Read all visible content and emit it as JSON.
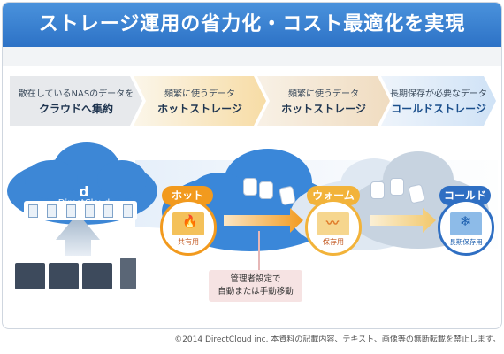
{
  "title": "ストレージ運用の省力化・コスト最適化を実現",
  "steps": [
    {
      "sub": "散在しているNASのデータを",
      "main": "クラウドへ集約"
    },
    {
      "sub": "頻繁に使うデータ",
      "main": "ホットストレージ"
    },
    {
      "sub": "頻繁に使うデータ",
      "main": "ホットストレージ"
    },
    {
      "sub": "長期保存が必要なデータ",
      "main": "コールドストレージ"
    }
  ],
  "cloud_brand": "DirectCloud",
  "tiers": [
    {
      "label": "ホット",
      "folder_caption": "共有用",
      "color": "#f29a1e",
      "icon": "flame-icon"
    },
    {
      "label": "ウォーム",
      "folder_caption": "保存用",
      "color": "#f2b33a",
      "icon": "heat-waves-icon"
    },
    {
      "label": "コールド",
      "folder_caption": "長期保存用",
      "color": "#2f6fc3",
      "icon": "snowflake-icon"
    }
  ],
  "note": [
    "管理者設定で",
    "自動または手動移動"
  ],
  "footer": "©2014 DirectCloud inc. 本資料の記載内容、テキスト、画像等の無断転載を禁止します。",
  "colors": {
    "header": "#2d72c6",
    "hot": "#f29a1e",
    "warm": "#f2b33a",
    "cold": "#2f6fc3"
  }
}
